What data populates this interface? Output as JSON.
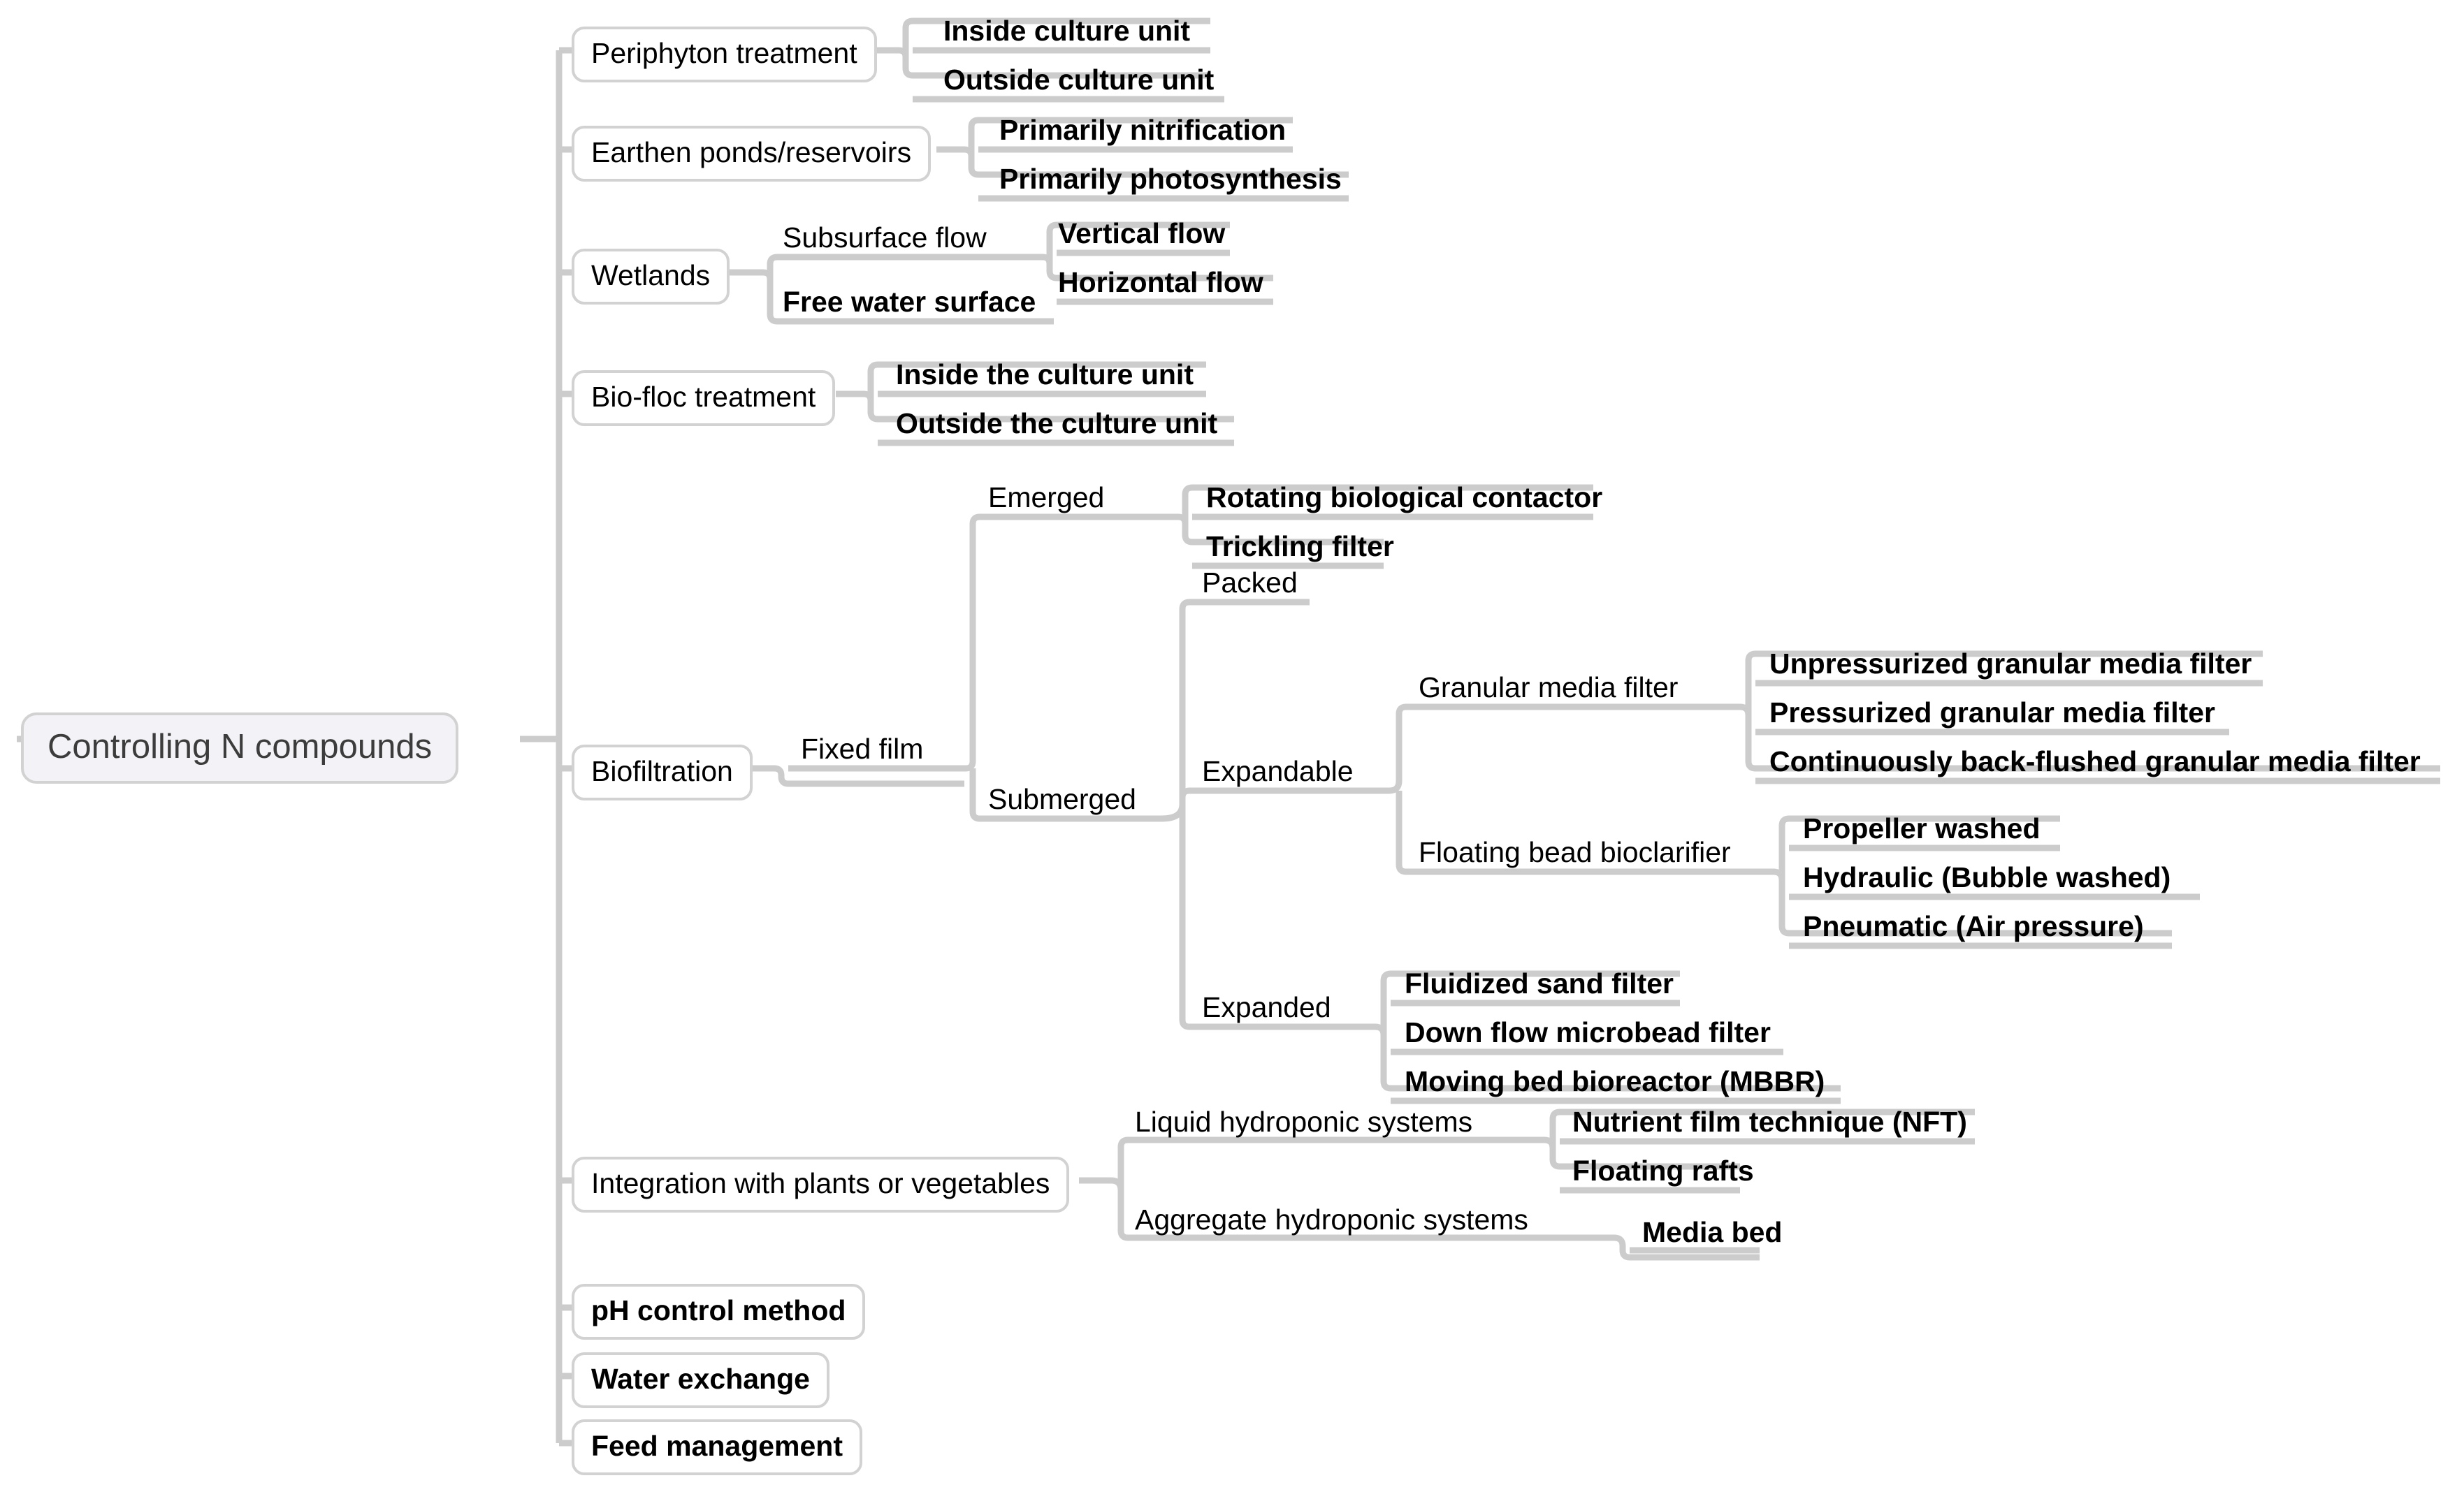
{
  "meta": {
    "diagram_type": "mind-map",
    "title": "Controlling N compounds",
    "line_color": "#cccccc",
    "box_border_color": "#d2d2d2",
    "root_fill_color": "#f3f3f7",
    "root_text_color": "#3c3c3c",
    "text_color": "#000000",
    "background_color": "#ffffff"
  },
  "nodes": {
    "root": "Controlling N compounds",
    "periphyton_treatment": "Periphyton treatment",
    "inside_culture_unit": "Inside culture unit",
    "outside_culture_unit": "Outside culture unit",
    "earthen_ponds": "Earthen ponds/reservoirs",
    "primarily_nitrification": "Primarily nitrification",
    "primarily_photosynthesis": "Primarily photosynthesis",
    "wetlands": "Wetlands",
    "subsurface_flow": "Subsurface flow",
    "vertical_flow": "Vertical flow",
    "horizontal_flow": "Horizontal flow",
    "free_water_surface": "Free water surface",
    "biofloc_treatment": "Bio-floc treatment",
    "inside_the_culture_unit": "Inside the culture unit",
    "outside_the_culture_unit": "Outside the culture unit",
    "biofiltration": "Biofiltration",
    "fixed_film": "Fixed film",
    "emerged": "Emerged",
    "rotating_biological_contactor": "Rotating biological contactor",
    "trickling_filter": "Trickling filter",
    "submerged": "Submerged",
    "packed": "Packed",
    "expandable": "Expandable",
    "granular_media_filter": "Granular media filter",
    "unpressurized_granular_media_filter": "Unpressurized granular media filter",
    "pressurized_granular_media_filter": "Pressurized granular media filter",
    "continuously_back_flushed_granular_media_filter": "Continuously back-flushed granular media filter",
    "floating_bead_bioclarifier": "Floating bead bioclarifier",
    "propeller_washed": "Propeller washed",
    "hydraulic_bubble_washed": "Hydraulic (Bubble washed)",
    "pneumatic_air_pressure": "Pneumatic (Air pressure)",
    "expanded": "Expanded",
    "fluidized_sand_filter": "Fluidized sand filter",
    "down_flow_microbead_filter": "Down flow microbead filter",
    "moving_bed_bioreactor": "Moving bed bioreactor (MBBR)",
    "integration_with_plants": "Integration with plants or vegetables",
    "liquid_hydroponic_systems": "Liquid hydroponic systems",
    "nutrient_film_technique": "Nutrient film technique (NFT)",
    "floating_rafts": "Floating rafts",
    "aggregate_hydroponic_systems": "Aggregate hydroponic systems",
    "media_bed": "Media bed",
    "ph_control_method": "pH control method",
    "water_exchange": "Water exchange",
    "feed_management": "Feed management"
  }
}
